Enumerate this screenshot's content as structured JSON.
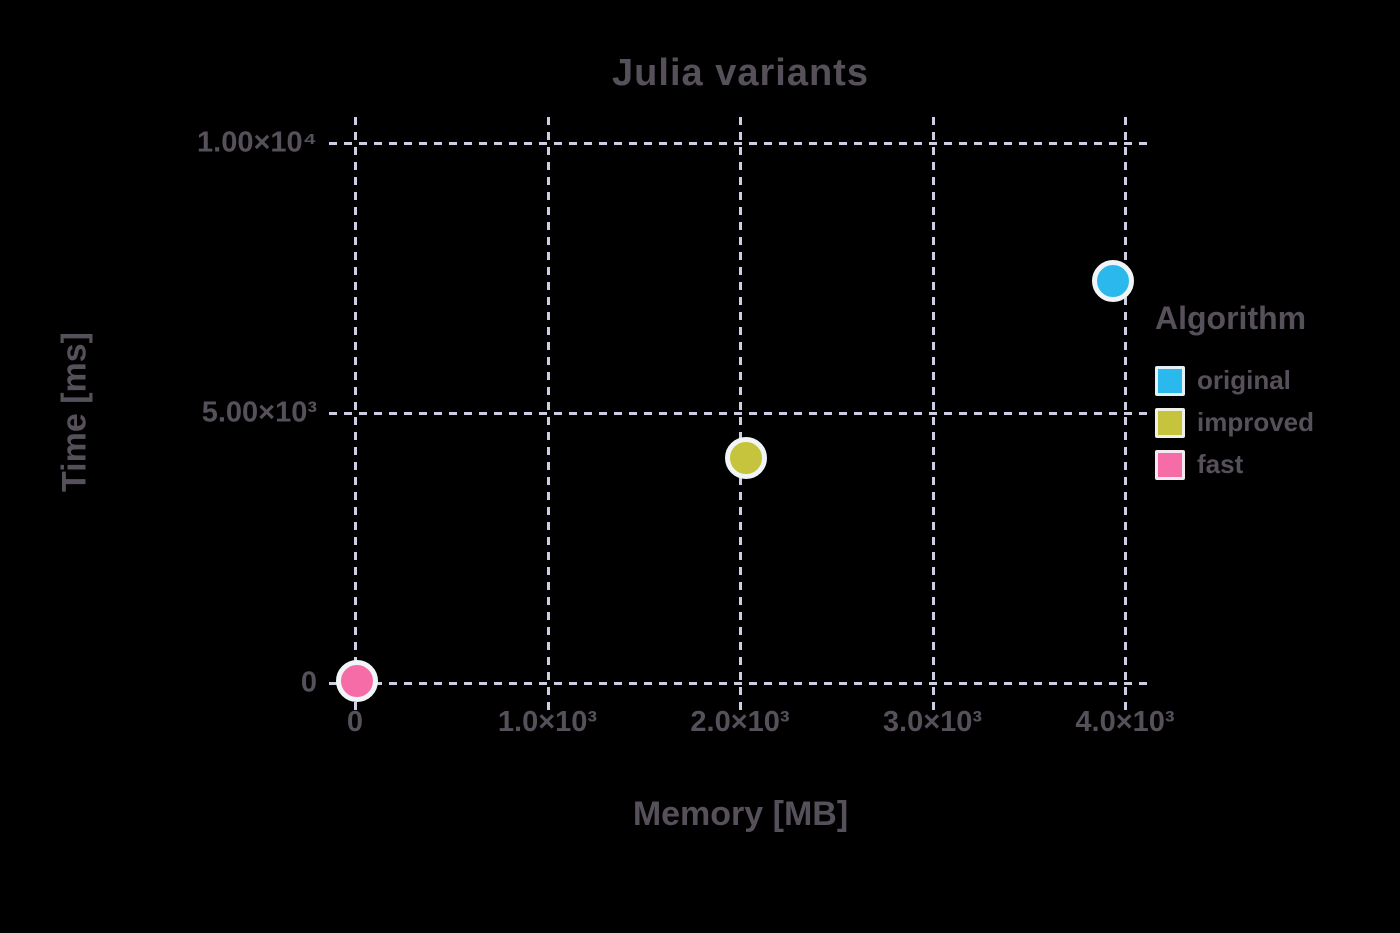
{
  "chart_data": {
    "type": "scatter",
    "title": "Julia variants",
    "xlabel": "Memory [MB]",
    "ylabel": "Time [ms]",
    "background_color": "#000000",
    "text_color": "#56505a",
    "grid_color": "#d8d9f0",
    "grid_style": "dashed",
    "marker_stroke_color": "#f2f5f7",
    "xlim": [
      0,
      4140
    ],
    "ylim": [
      0,
      10480
    ],
    "x_ticks": [
      {
        "value": 0,
        "label": "0"
      },
      {
        "value": 1000,
        "label": "1.0×10³"
      },
      {
        "value": 2000,
        "label": "2.0×10³"
      },
      {
        "value": 3000,
        "label": "3.0×10³"
      },
      {
        "value": 4000,
        "label": "4.0×10³"
      }
    ],
    "y_ticks": [
      {
        "value": 0,
        "label": "0"
      },
      {
        "value": 5000,
        "label": "5.00×10³"
      },
      {
        "value": 10000,
        "label": "1.00×10⁴"
      }
    ],
    "legend": {
      "title": "Algorithm",
      "position": "right-outside"
    },
    "series": [
      {
        "name": "original",
        "color": "#2bb9ed",
        "points": [
          {
            "x": 3940,
            "y": 7440
          }
        ]
      },
      {
        "name": "improved",
        "color": "#c6c33c",
        "points": [
          {
            "x": 2030,
            "y": 4170
          }
        ]
      },
      {
        "name": "fast",
        "color": "#f56ca7",
        "points": [
          {
            "x": 10,
            "y": 40
          }
        ]
      }
    ]
  }
}
